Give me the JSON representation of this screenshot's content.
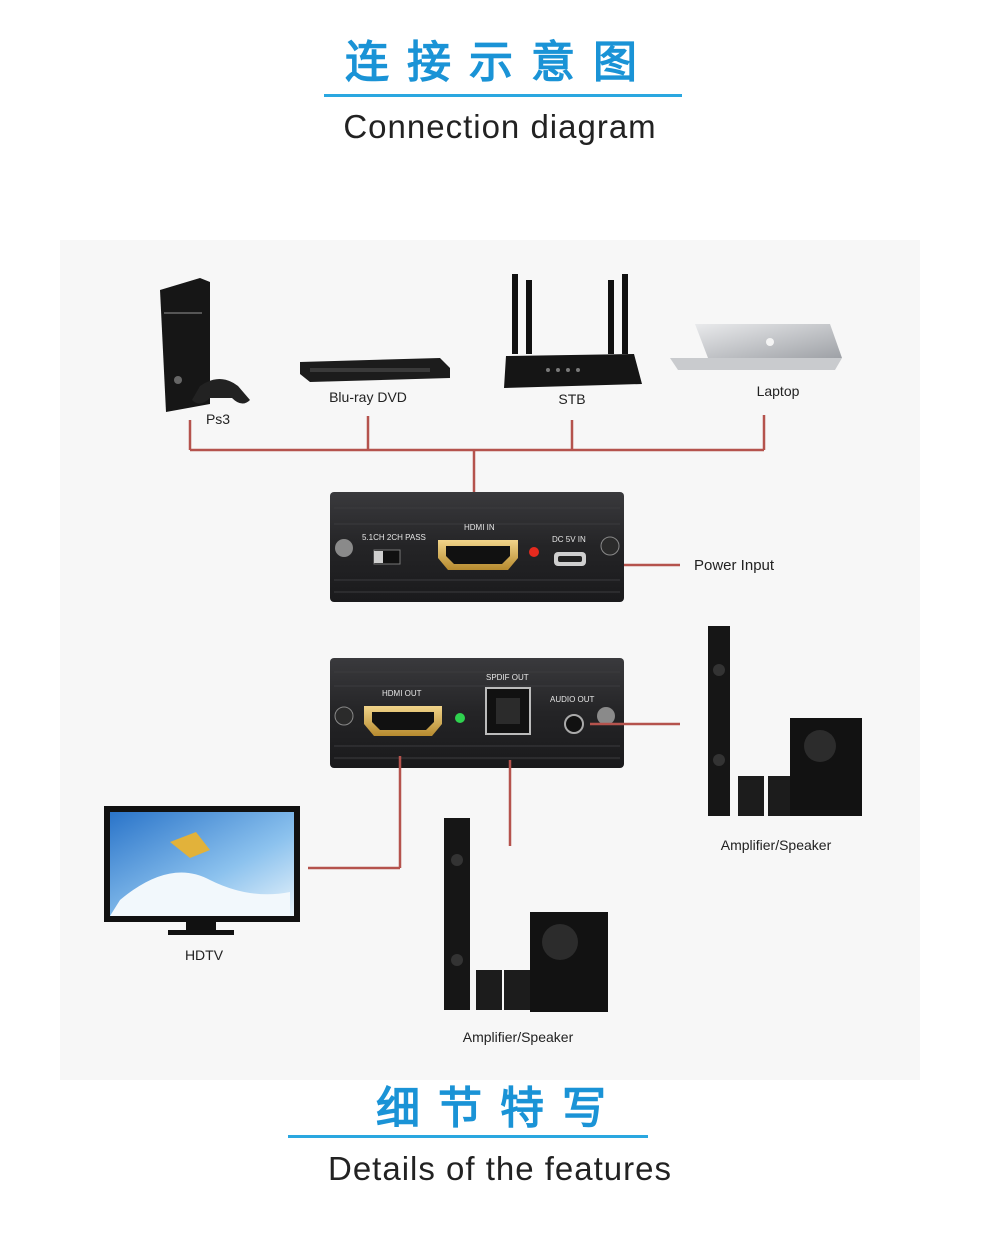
{
  "header": {
    "zh": "连接示意图",
    "en": "Connection diagram"
  },
  "footer": {
    "zh": "细节特写",
    "en": "Details of the features"
  },
  "devices": {
    "ps3": "Ps3",
    "bluray": "Blu-ray DVD",
    "stb": "STB",
    "laptop": "Laptop",
    "power": "Power Input",
    "hdtv": "HDTV",
    "amp_right": "Amplifier/Speaker",
    "amp_bottom": "Amplifier/Speaker"
  },
  "panel_in": {
    "switch_label": "5.1CH  2CH PASS",
    "hdmi_in": "HDMI IN",
    "dc_in": "DC 5V IN"
  },
  "panel_out": {
    "hdmi_out": "HDMI OUT",
    "spdif_out": "SPDIF OUT",
    "audio_out": "AUDIO OUT"
  },
  "colors": {
    "accent": "#1a93d6",
    "wire": "#b5534d",
    "panel": "#2a2a2c"
  }
}
